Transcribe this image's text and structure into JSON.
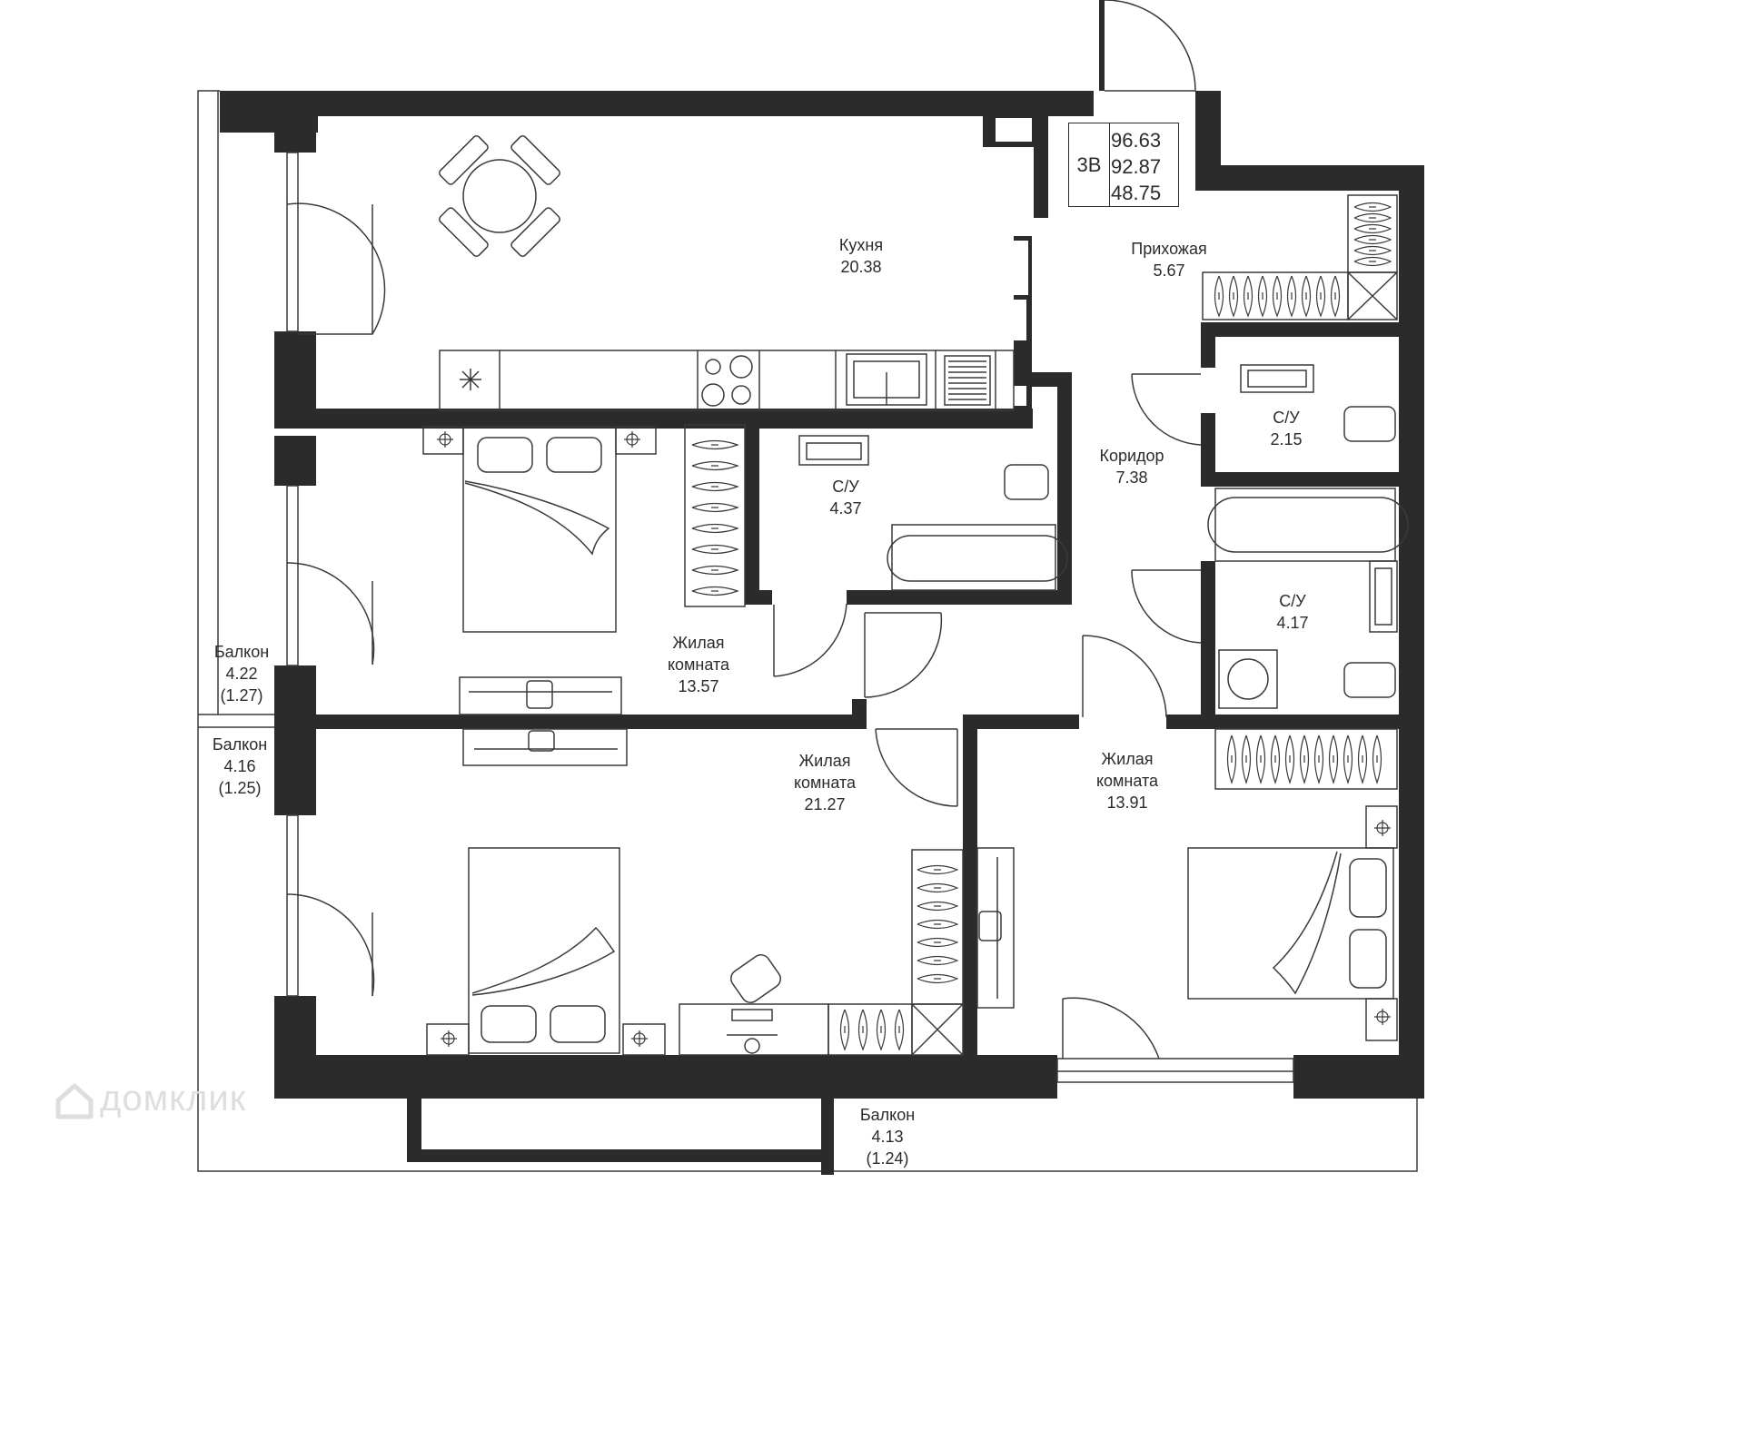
{
  "unit": {
    "type": "3В",
    "areas": [
      "96.63",
      "92.87",
      "48.75"
    ]
  },
  "rooms": {
    "kitchen": {
      "name": "Кухня",
      "area": "20.38"
    },
    "hallway": {
      "name": "Прихожая",
      "area": "5.67"
    },
    "bath_small": {
      "name": "С/У",
      "area": "2.15"
    },
    "corridor": {
      "name": "Коридор",
      "area": "7.38"
    },
    "bath_mid": {
      "name": "С/У",
      "area": "4.37"
    },
    "bath_right": {
      "name": "С/У",
      "area": "4.17"
    },
    "bedroom1": {
      "name1": "Жилая",
      "name2": "комната",
      "area": "13.57"
    },
    "bedroom2": {
      "name1": "Жилая",
      "name2": "комната",
      "area": "21.27"
    },
    "bedroom3": {
      "name1": "Жилая",
      "name2": "комната",
      "area": "13.91"
    },
    "balcony1": {
      "name": "Балкон",
      "area": "4.22",
      "sub": "(1.27)"
    },
    "balcony2": {
      "name": "Балкон",
      "area": "4.16",
      "sub": "(1.25)"
    },
    "balcony3": {
      "name": "Балкон",
      "area": "4.13",
      "sub": "(1.24)"
    }
  },
  "watermark": {
    "text": "домклик",
    "icon": "house-logo-icon"
  },
  "colors": {
    "wall": "#2b2b2b",
    "line": "#3a3a3a",
    "watermark": "#dedede"
  }
}
